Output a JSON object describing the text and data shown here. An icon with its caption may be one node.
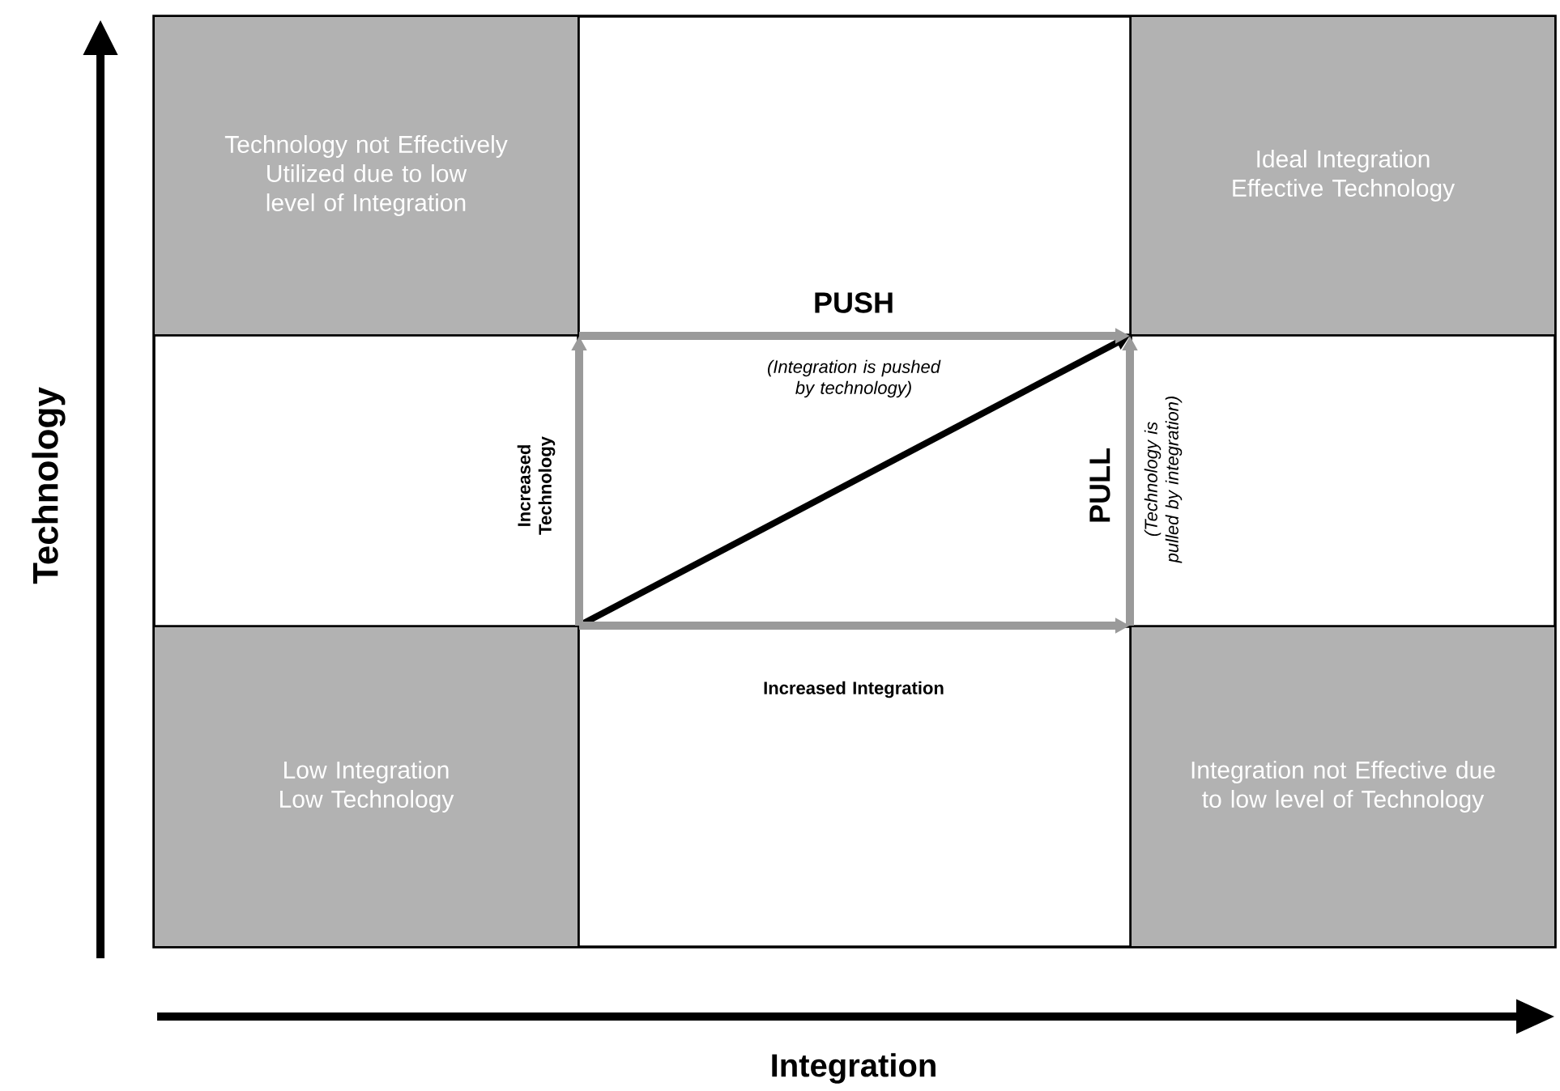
{
  "diagram": {
    "nodes": [
      {
        "text": [
          "Technology not Effectively Utilized due to low level of Integration"
        ]
      },
      {
        "text": [
          "Ideal Integration Effective Technology"
        ]
      },
      {
        "text": [
          "Low Integration Low Technology"
        ]
      },
      {
        "text": [
          "Integration not Effective due to low level of Technology"
        ]
      }
    ],
    "edges": [
      {
        "from": 2,
        "to": 1,
        "arrow": "to",
        "color": "#000000"
      },
      {
        "from": 2,
        "to": 0,
        "arrow": "to",
        "label": "Increased Technology"
      },
      {
        "from": 0,
        "to": 1,
        "arrow": "to",
        "label": "PUSH"
      },
      {
        "from": 2,
        "to": 3,
        "arrow": "to",
        "label": "Increased Integration"
      },
      {
        "from": 3,
        "to": 1,
        "arrow": "to",
        "label": "PULL"
      }
    ],
    "labels": [
      "(Integration is pushed by technology)",
      "(Technology is pulled by integration)",
      "Technology",
      "Integration"
    ]
  }
}
